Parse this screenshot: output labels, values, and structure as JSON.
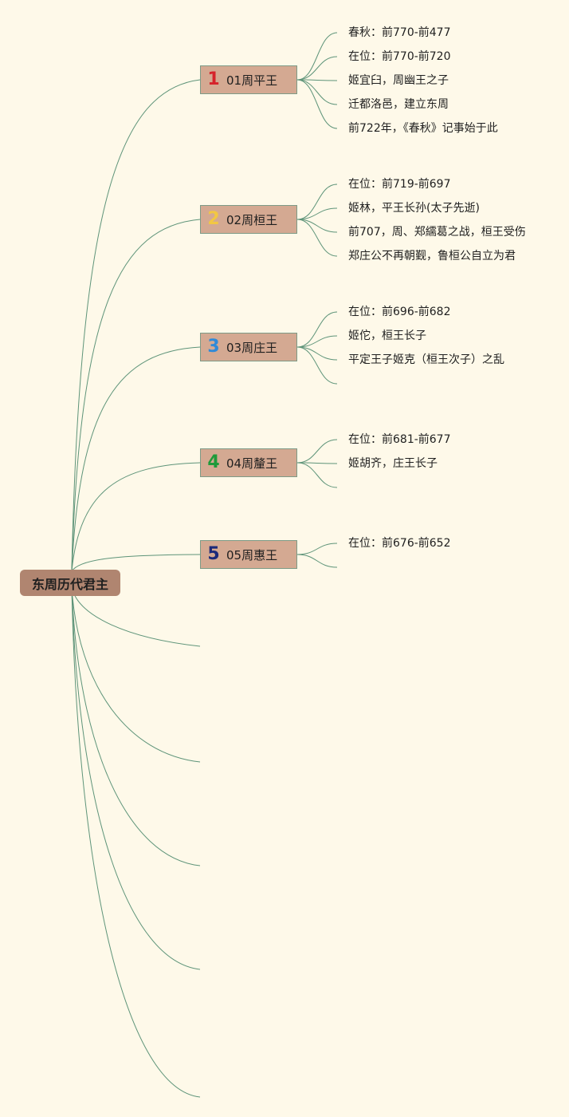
{
  "root": {
    "label": "东周历代君主"
  },
  "link_color": "#5e9479",
  "kings": [
    {
      "num": "1",
      "num_color": "#d6232b",
      "label": "01周平王",
      "details": [
        "春秋：前770-前477",
        "在位：前770-前720",
        "姬宜臼，周幽王之子",
        "迁都洛邑，建立东周",
        "前722年，《春秋》记事始于此"
      ]
    },
    {
      "num": "2",
      "num_color": "#f2c743",
      "label": "02周桓王",
      "details": [
        "在位：前719-前697",
        "姬林，平王长孙(太子先逝)",
        "前707，周、郑繻葛之战，桓王受伤",
        "郑庄公不再朝觐，鲁桓公自立为君"
      ]
    },
    {
      "num": "3",
      "num_color": "#2f8ad8",
      "label": "03周庄王",
      "details": [
        "在位：前696-前682",
        "姬佗，桓王长子",
        "平定王子姬克（桓王次子）之乱",
        ""
      ]
    },
    {
      "num": "4",
      "num_color": "#1f9a3a",
      "label": "04周釐王",
      "details": [
        "在位：前681-前677",
        "姬胡齐，庄王长子",
        ""
      ]
    },
    {
      "num": "5",
      "num_color": "#1c2a7a",
      "label": "05周惠王",
      "details": [
        "在位：前676-前652",
        ""
      ]
    }
  ],
  "empty_branch_count": 5
}
